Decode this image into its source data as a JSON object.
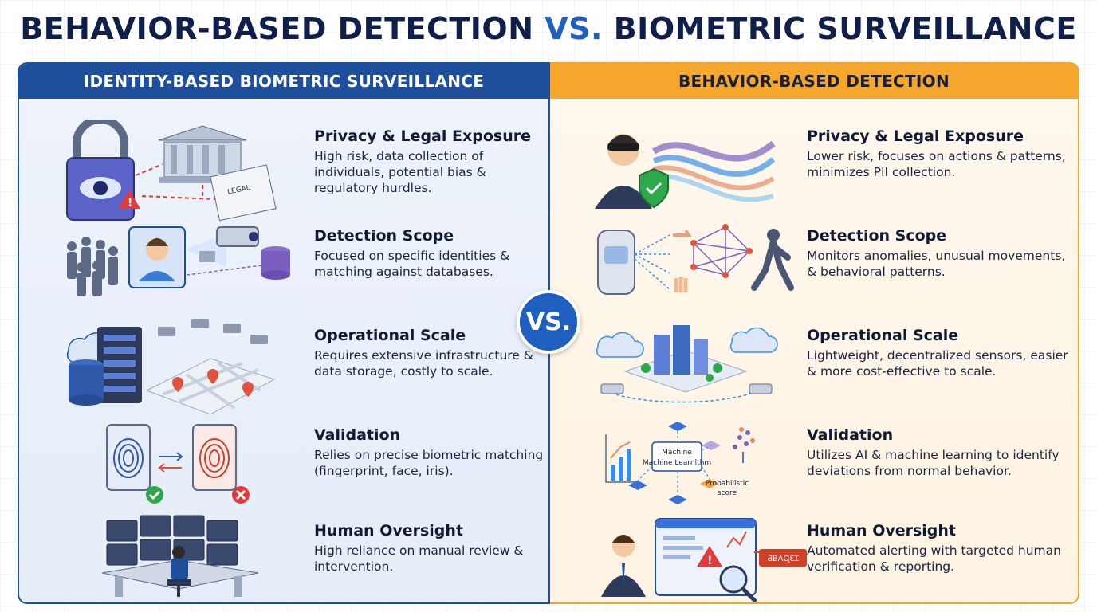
{
  "title": {
    "part1": "BEHAVIOR-BASED DETECTION",
    "vs": "VS.",
    "part2": "BIOMETRIC SURVEILLANCE"
  },
  "vs_badge": "VS.",
  "left": {
    "header": "IDENTITY-BASED BIOMETRIC SURVEILLANCE",
    "rows": [
      {
        "title": "Privacy & Legal Exposure",
        "desc": "High risk, data collection of individuals, potential bias & regulatory hurdles.",
        "icon": "lock-eye-icon"
      },
      {
        "title": "Detection Scope",
        "desc": "Focused on specific identities & matching against databases.",
        "icon": "camera-face-icon"
      },
      {
        "title": "Operational Scale",
        "desc": "Requires extensive infrastructure & data storage, costly to scale.",
        "icon": "server-map-icon"
      },
      {
        "title": "Validation",
        "desc": "Relies on precise biometric matching (fingerprint, face, iris).",
        "icon": "fingerprint-icon"
      },
      {
        "title": "Human Oversight",
        "desc": "High reliance on manual review & intervention.",
        "icon": "operator-monitors-icon"
      }
    ],
    "illus_labels": {
      "legal": "LEGAL"
    }
  },
  "right": {
    "header": "BEHAVIOR-BASED DETECTION",
    "rows": [
      {
        "title": "Privacy & Legal Exposure",
        "desc": "Lower risk, focuses on actions & patterns, minimizes PII collection.",
        "icon": "masked-person-shield-icon"
      },
      {
        "title": "Detection Scope",
        "desc": "Monitors anomalies, unusual movements, & behavioral patterns.",
        "icon": "sensor-network-icon"
      },
      {
        "title": "Operational Scale",
        "desc": "Lightweight, decentralized sensors, easier & more cost-effective to scale.",
        "icon": "city-sensors-icon"
      },
      {
        "title": "Validation",
        "desc": "Utilizes AI & machine learning to identify deviations from normal behavior.",
        "icon": "ml-diagram-icon"
      },
      {
        "title": "Human Oversight",
        "desc": "Automated alerting with targeted human verification & reporting.",
        "icon": "analyst-alert-icon"
      }
    ],
    "illus_labels": {
      "ml": "Machine Learnlthm",
      "prob": "Probabilistic score",
      "alert": "ƋBɅɊƐꞮ"
    }
  },
  "colors": {
    "blue": "#1e4f9c",
    "orange": "#f4a72c",
    "vs": "#1f5fbf"
  }
}
